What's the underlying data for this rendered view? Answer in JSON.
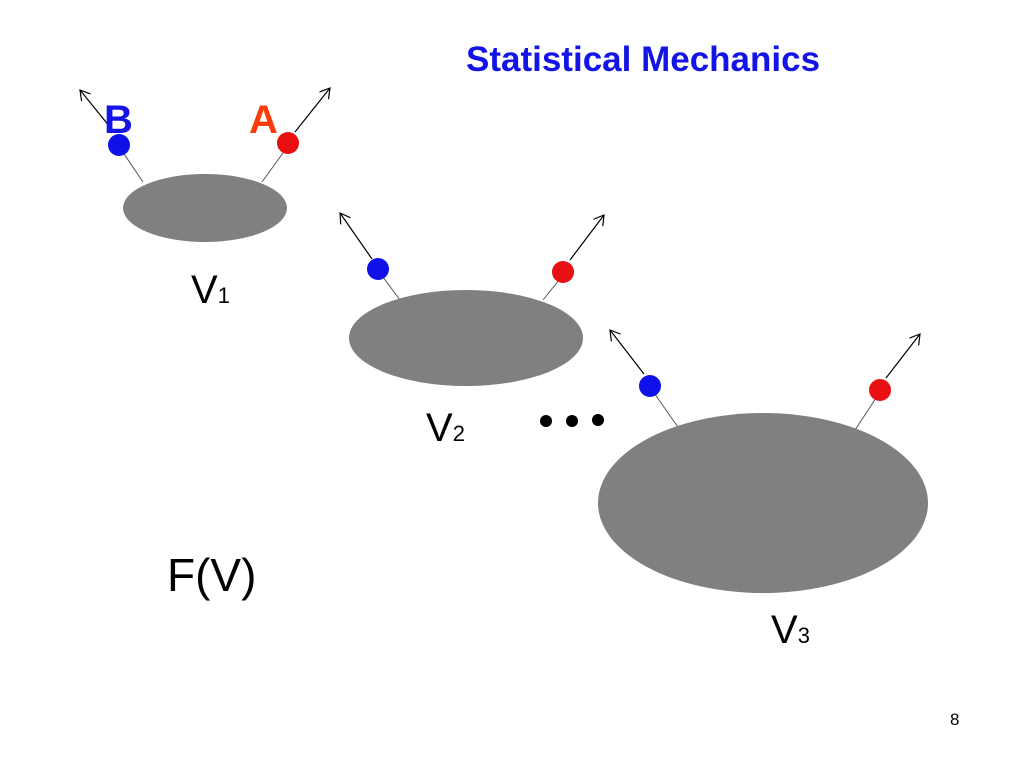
{
  "slide": {
    "title": "Statistical Mechanics",
    "particle_labels": {
      "b": "B",
      "a": "A"
    },
    "volumes": [
      {
        "main": "V",
        "sub": "1"
      },
      {
        "main": "V",
        "sub": "2"
      },
      {
        "main": "V",
        "sub": "3"
      }
    ],
    "free_energy_label": "F(V)",
    "page_number": "8"
  },
  "colors": {
    "title": "#1414e6",
    "particle_b": "#1414e6",
    "particle_a": "#ff3b0a",
    "blob": "#808080",
    "blue_dot": "#1010e8",
    "red_dot": "#e81010"
  }
}
